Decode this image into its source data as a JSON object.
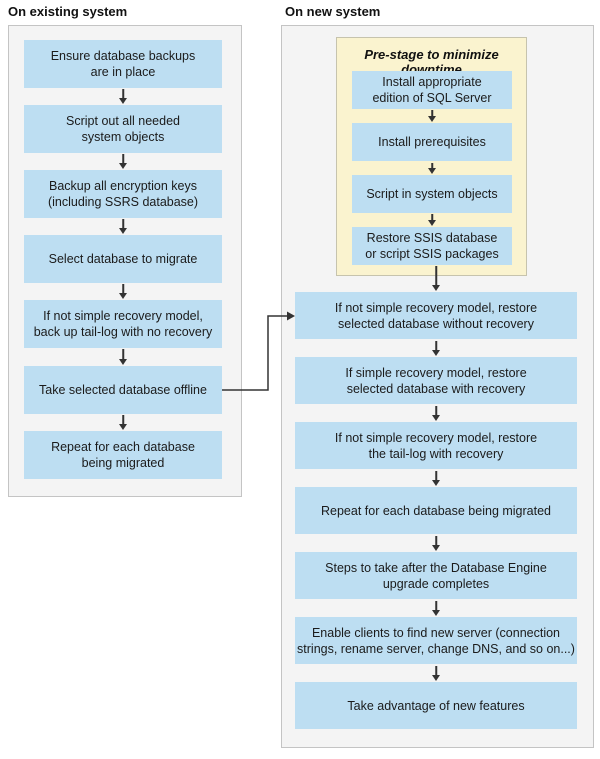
{
  "diagram": {
    "left_column": {
      "heading": "On existing system",
      "steps": [
        "Ensure database backups\nare in place",
        "Script out all needed\nsystem objects",
        "Backup all encryption keys\n(including SSRS database)",
        "Select database to migrate",
        "If not simple recovery model,\nback up tail-log with no recovery",
        "Take selected database offline",
        "Repeat for each database\nbeing migrated"
      ]
    },
    "right_column": {
      "heading": "On new system",
      "prestage": {
        "title": "Pre-stage to minimize downtime",
        "steps": [
          "Install appropriate\nedition of SQL Server",
          "Install prerequisites",
          "Script in system objects",
          "Restore SSIS database\nor script SSIS packages"
        ]
      },
      "steps": [
        "If not simple recovery model, restore\nselected database without recovery",
        "If simple recovery model, restore\nselected database with recovery",
        "If not simple recovery model, restore\nthe tail-log with recovery",
        "Repeat for each database being migrated",
        "Steps to take after the Database Engine\nupgrade completes",
        "Enable clients to find new server (connection\nstrings, rename server, change DNS, and so on...)",
        "Take advantage of new features"
      ]
    }
  },
  "colors": {
    "step_fill": "#BDDEF2",
    "prestage_fill": "#FAF3CF",
    "prestage_border": "#C6C3AD",
    "panel_fill": "#F4F4F4",
    "panel_border": "#C4C4C4",
    "arrow": "#333333",
    "text": "#1B1B1B"
  }
}
